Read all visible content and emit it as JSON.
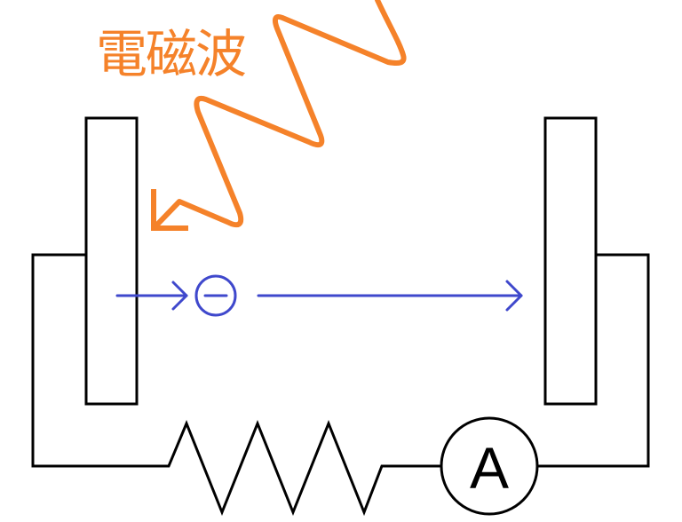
{
  "title_label": "電磁波",
  "ammeter_label": "A",
  "colors": {
    "wave": "#f5822a",
    "electron": "#3f48cc",
    "circuit": "#000000"
  },
  "icons": {
    "electron": "minus-in-circle"
  }
}
